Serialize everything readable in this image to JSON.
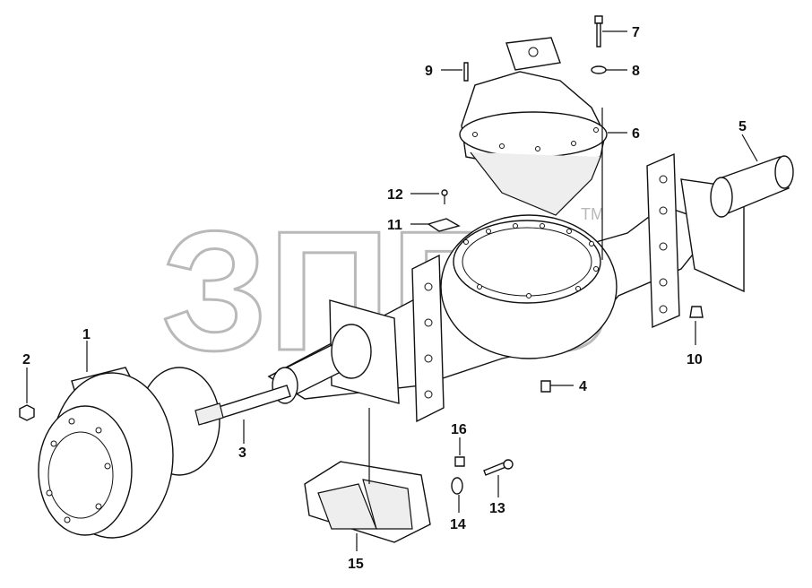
{
  "watermark": {
    "text": "ЗПЕЗ",
    "tm": "TM"
  },
  "callouts": [
    {
      "key": "c1",
      "label": "1"
    },
    {
      "key": "c2",
      "label": "2"
    },
    {
      "key": "c3",
      "label": "3"
    },
    {
      "key": "c4",
      "label": "4"
    },
    {
      "key": "c5",
      "label": "5"
    },
    {
      "key": "c6",
      "label": "6"
    },
    {
      "key": "c7",
      "label": "7"
    },
    {
      "key": "c8",
      "label": "8"
    },
    {
      "key": "c9",
      "label": "9"
    },
    {
      "key": "c10",
      "label": "10"
    },
    {
      "key": "c11",
      "label": "11"
    },
    {
      "key": "c12",
      "label": "12"
    },
    {
      "key": "c13",
      "label": "13"
    },
    {
      "key": "c14",
      "label": "14"
    },
    {
      "key": "c15",
      "label": "15"
    },
    {
      "key": "c16",
      "label": "16"
    }
  ],
  "colors": {
    "line": "#111111",
    "watermark": "#b9b9b9",
    "background": "#ffffff"
  }
}
